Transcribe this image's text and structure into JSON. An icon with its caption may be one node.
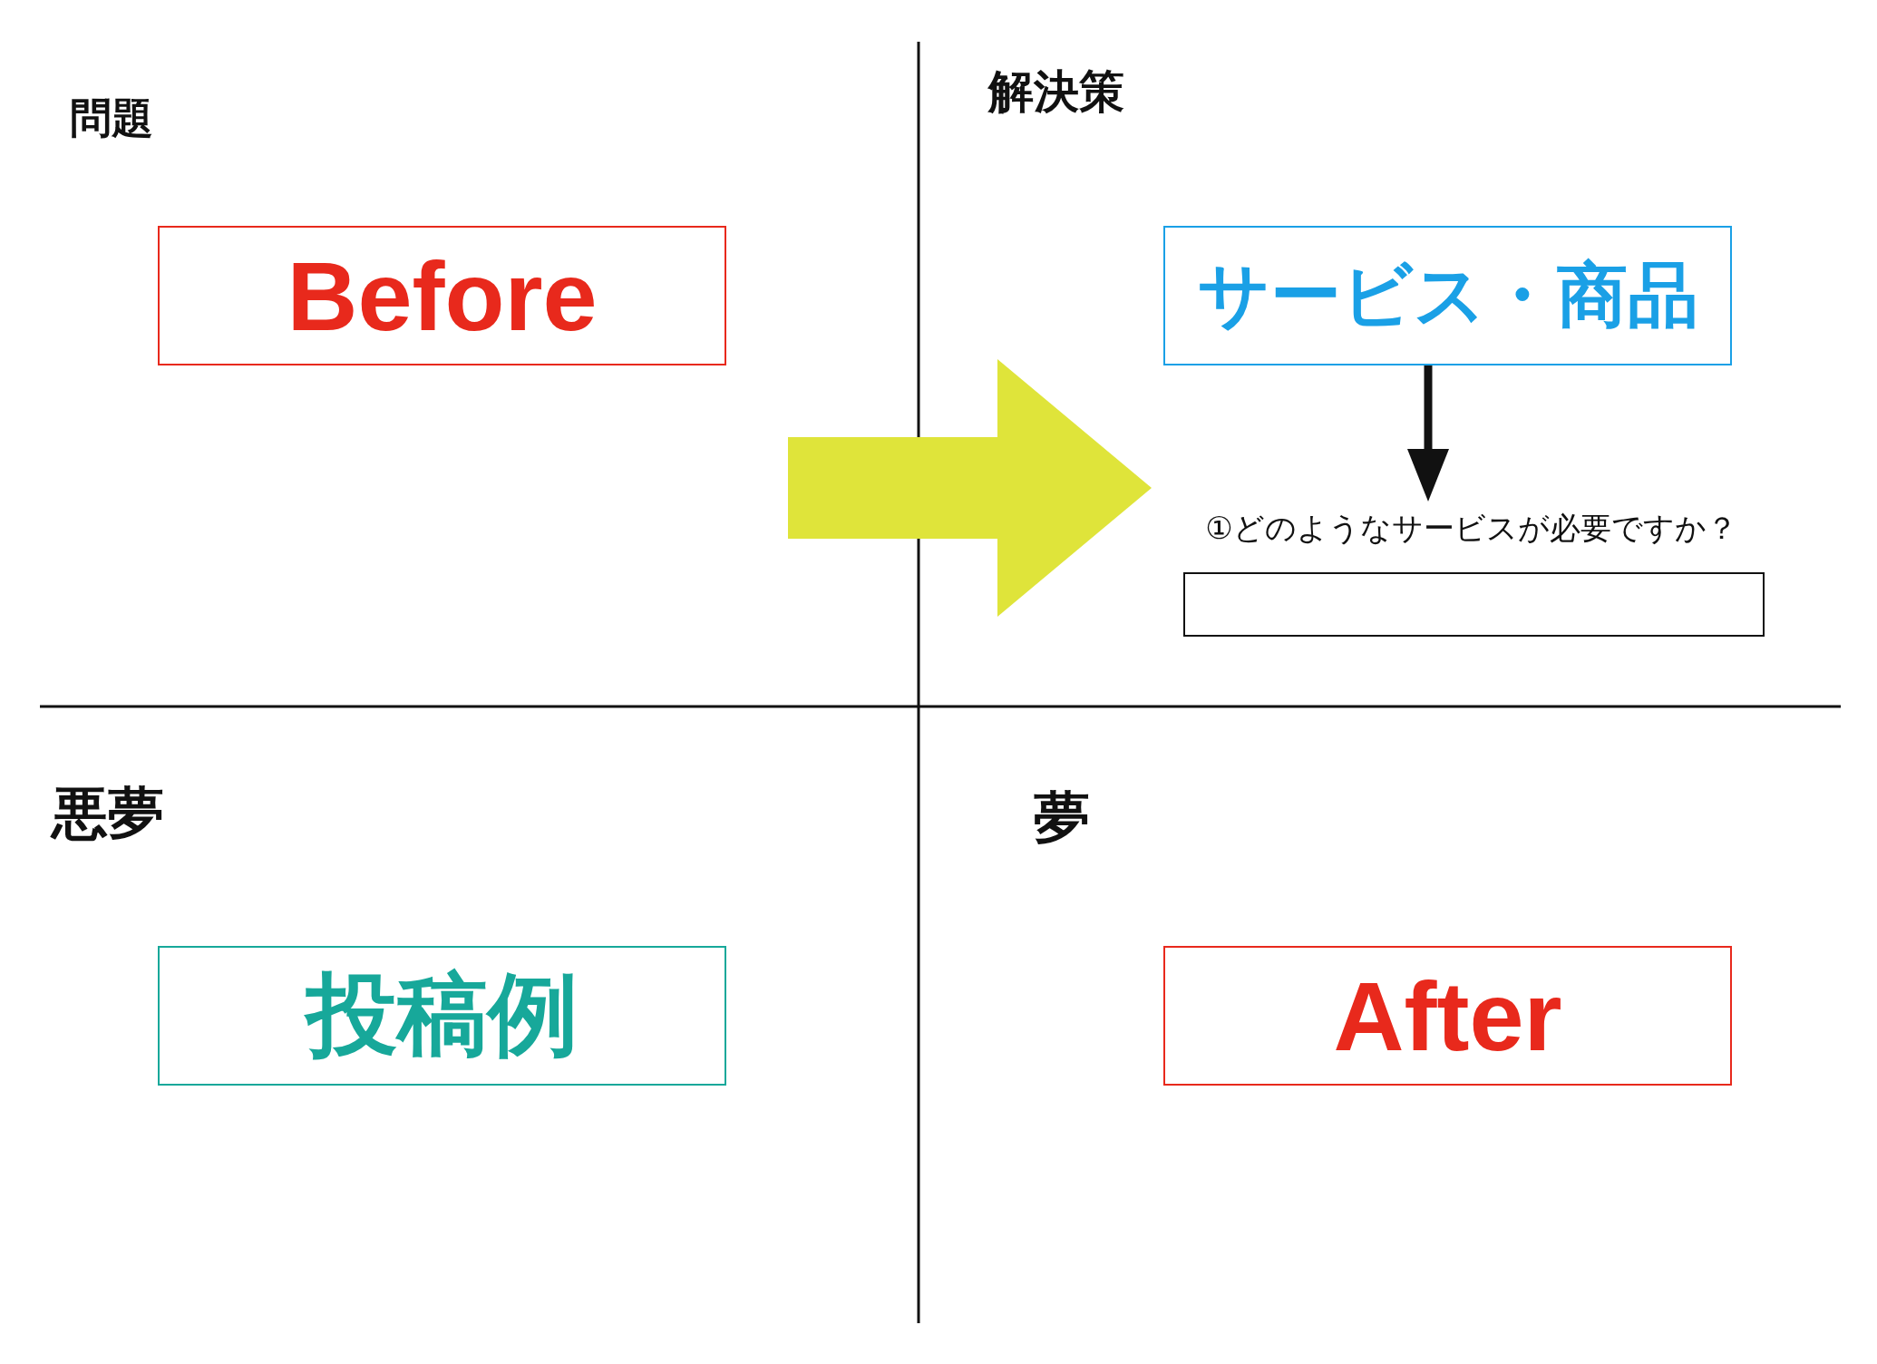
{
  "diagram": {
    "nodes": [
      {
        "text": [
          "Before"
        ]
      },
      {
        "text": [
          "サービス・商品"
        ]
      },
      {
        "text": [
          "①どのようなサービスが必要ですか？"
        ]
      },
      {
        "text": [],
        "shape": "box"
      },
      {
        "text": [
          "投稿例"
        ]
      },
      {
        "text": [
          "After"
        ]
      }
    ],
    "edges": [
      {
        "from": null,
        "to": 2,
        "arrow": "to",
        "style": "thick",
        "color": "#dfe43a"
      },
      {
        "from": 1,
        "to": 2,
        "arrow": "to",
        "color": "#111111"
      }
    ],
    "labels": [
      "問題",
      "解決策",
      "悪夢",
      "夢"
    ]
  }
}
